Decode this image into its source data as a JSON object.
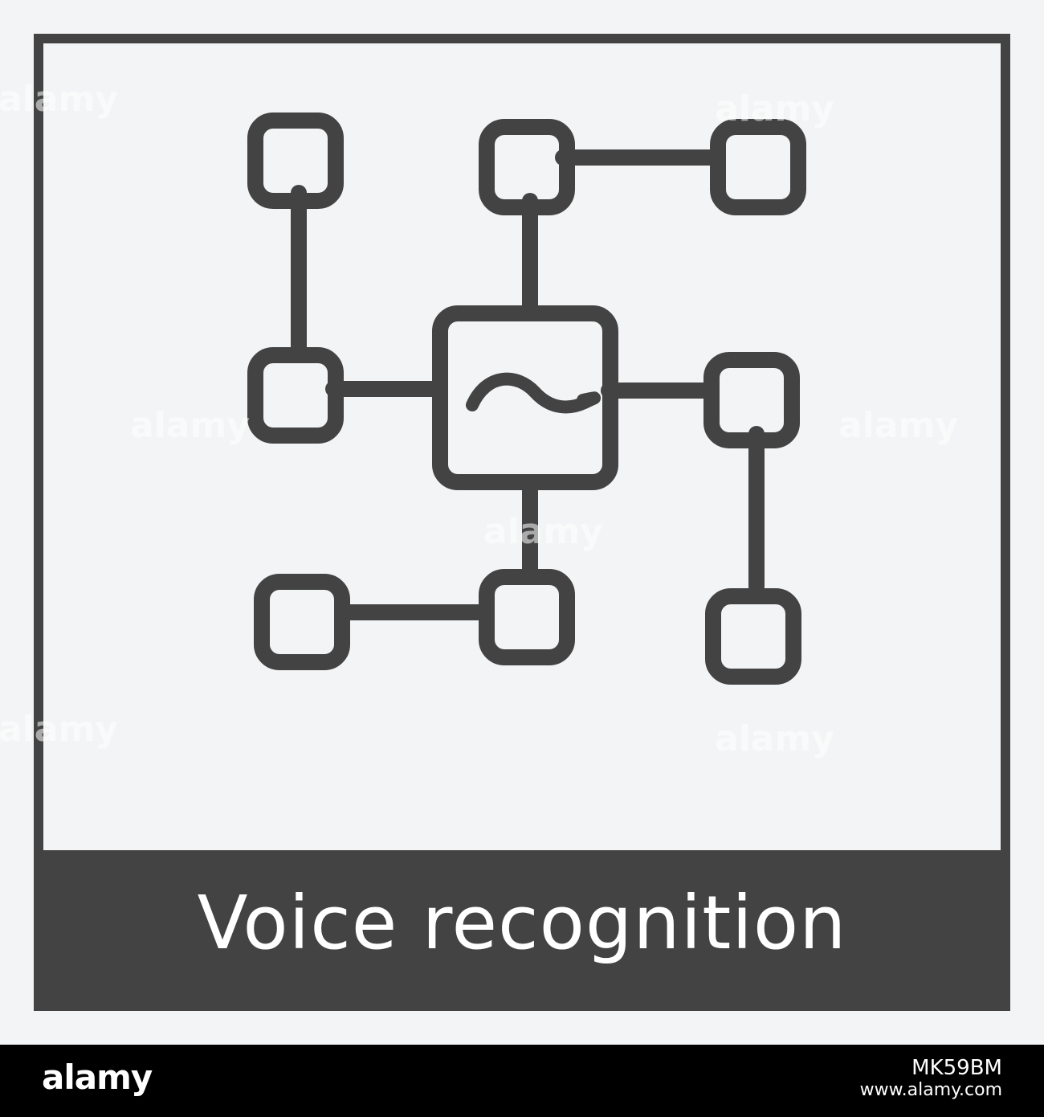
{
  "caption": "Voice recognition",
  "watermark_text": "alamy",
  "footer": {
    "logo": "alamy",
    "image_id": "MK59BM",
    "url": "www.alamy.com"
  },
  "icon": {
    "name": "voice-recognition-network-icon",
    "center_symbol": "~"
  },
  "colors": {
    "background": "#f3f4f6",
    "frame": "#434343",
    "caption_text": "#ffffff",
    "footer": "#000000"
  }
}
